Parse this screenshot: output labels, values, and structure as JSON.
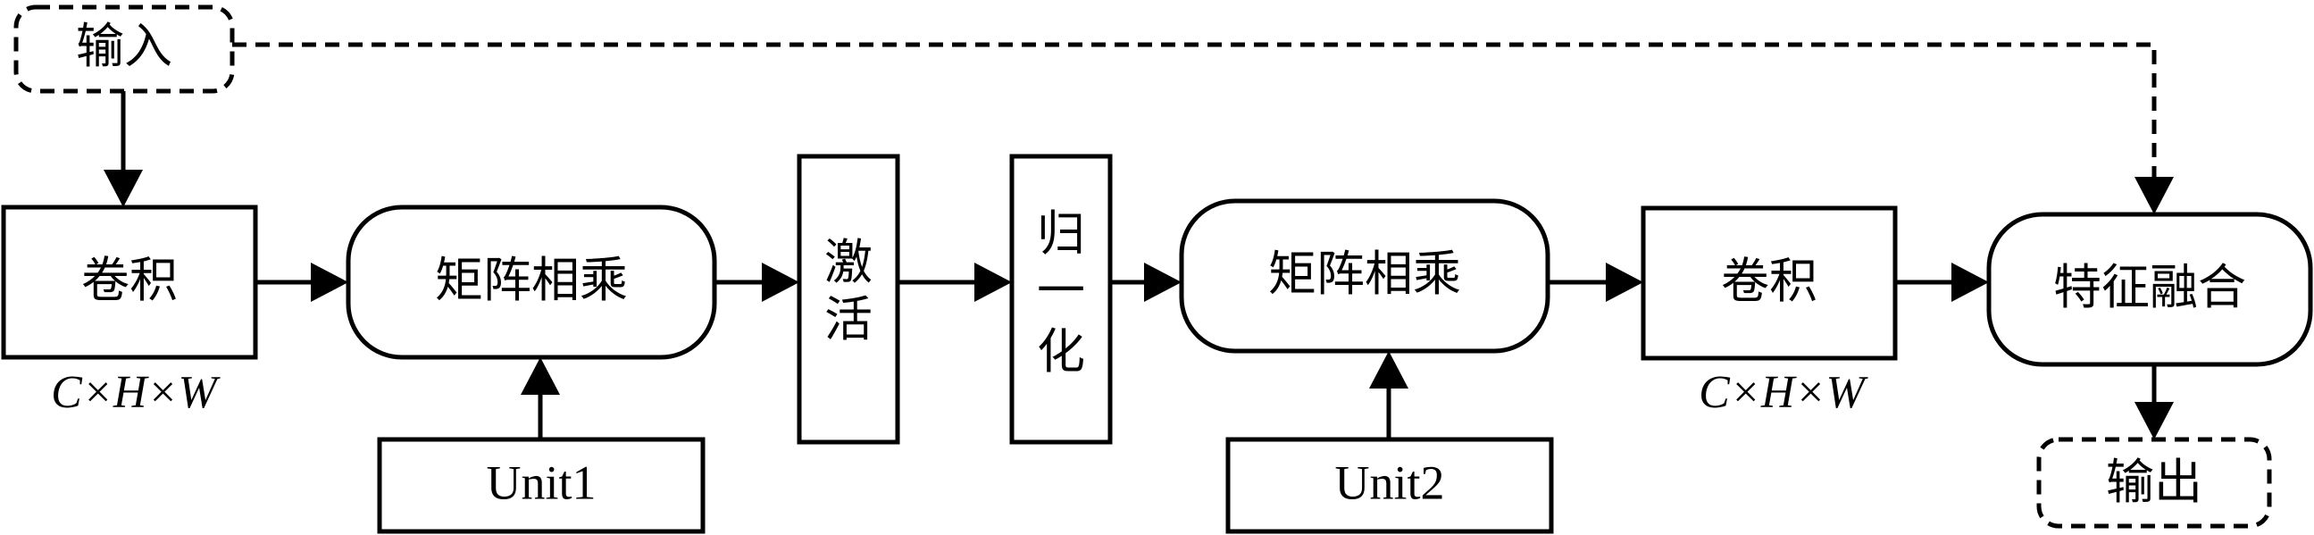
{
  "nodes": {
    "input": "输入",
    "conv1": "卷积",
    "matmul1": "矩阵相乘",
    "unit1": "Unit1",
    "activation": [
      "激",
      "活"
    ],
    "normalize": [
      "归",
      "一",
      "化"
    ],
    "matmul2": "矩阵相乘",
    "unit2": "Unit2",
    "conv2": "卷积",
    "fusion": "特征融合",
    "output": "输出"
  },
  "dims": {
    "conv1": "C×H×W",
    "conv2": "C×H×W"
  },
  "colors": {
    "stroke": "#000000",
    "background": "#ffffff"
  }
}
